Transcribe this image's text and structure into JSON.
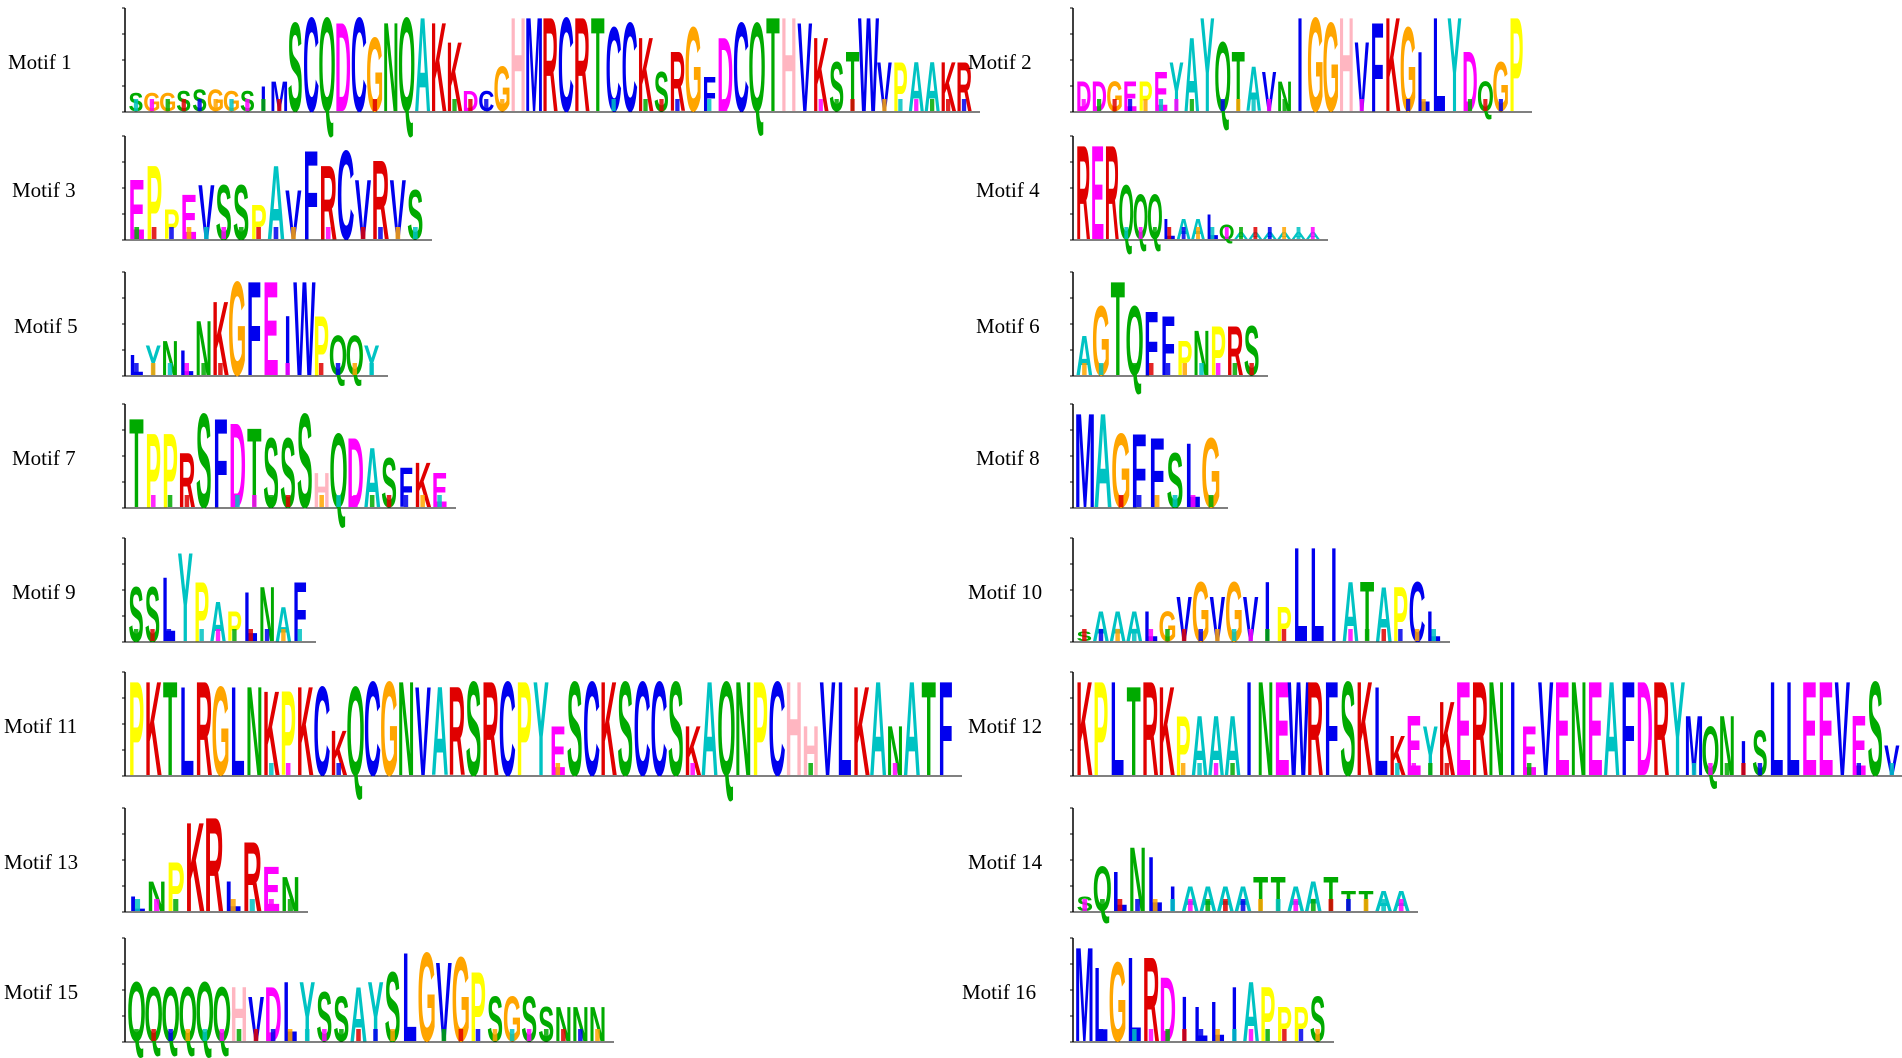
{
  "colors": {
    "A": "#00c3c3",
    "C": "#0000ee",
    "D": "#ff00ff",
    "E": "#ff00ff",
    "F": "#0000ee",
    "G": "#ffa500",
    "H": "#ffb6c1",
    "I": "#0000ee",
    "K": "#e00000",
    "L": "#0000ee",
    "M": "#0000ee",
    "N": "#00aa00",
    "P": "#ffff00",
    "Q": "#00aa00",
    "R": "#e00000",
    "S": "#00aa00",
    "T": "#00aa00",
    "V": "#0000ee",
    "W": "#0000ee",
    "Y": "#00c3c3"
  },
  "motifs": [
    {
      "label": "Motif 1",
      "consensus": "SGGSSGGSIMSCQDCGNQAKKDCGHMRCRTCCKSRGFDCQTHVKSTWVPAAKR",
      "heights": [
        0.18,
        0.18,
        0.18,
        0.2,
        0.22,
        0.22,
        0.2,
        0.2,
        0.25,
        0.3,
        0.9,
        0.95,
        0.95,
        0.9,
        0.95,
        0.75,
        0.9,
        0.95,
        0.95,
        0.9,
        0.7,
        0.2,
        0.2,
        0.45,
        0.95,
        0.95,
        0.95,
        0.95,
        0.95,
        0.95,
        0.85,
        0.9,
        0.75,
        0.4,
        0.6,
        0.85,
        0.35,
        0.75,
        0.9,
        0.9,
        0.95,
        0.95,
        0.9,
        0.75,
        0.5,
        0.6,
        0.95
      ]
    },
    {
      "label": "Motif 2",
      "consensus": "DDGEPEYAYQTAVNIGGHVFKGLLYDQGP",
      "heights": [
        0.3,
        0.3,
        0.3,
        0.3,
        0.3,
        0.4,
        0.5,
        0.75,
        0.95,
        0.7,
        0.6,
        0.45,
        0.4,
        0.3,
        0.95,
        0.95,
        0.9,
        0.95,
        0.7,
        0.9,
        0.95,
        0.85,
        0.6,
        0.95,
        0.95,
        0.6,
        0.3,
        0.5,
        0.95,
        0.25
      ]
    },
    {
      "label": "Motif 3",
      "consensus": "EPPEVSSPAVFRCVRVS",
      "heights": [
        0.6,
        0.75,
        0.3,
        0.45,
        0.55,
        0.55,
        0.55,
        0.35,
        0.75,
        0.5,
        0.9,
        0.75,
        0.9,
        0.6,
        0.8,
        0.6,
        0.5
      ]
    },
    {
      "label": "Motif 4",
      "consensus": "RERQQQLAALQAAAAAA",
      "heights": [
        0.95,
        0.95,
        0.95,
        0.55,
        0.45,
        0.45,
        0.2,
        0.2,
        0.2,
        0.25,
        0.15,
        0.07,
        0.07,
        0.07,
        0.07,
        0.07,
        0.07
      ]
    },
    {
      "label": "Motif 5",
      "consensus": "LYNLNKGFEIWPQQY",
      "heights": [
        0.2,
        0.3,
        0.35,
        0.25,
        0.55,
        0.75,
        0.95,
        0.95,
        0.95,
        0.6,
        0.95,
        0.6,
        0.4,
        0.4,
        0.3
      ]
    },
    {
      "label": "Motif 6",
      "consensus": "AGTQFFPNPRS",
      "heights": [
        0.4,
        0.7,
        0.95,
        0.7,
        0.65,
        0.6,
        0.35,
        0.45,
        0.5,
        0.5,
        0.5
      ]
    },
    {
      "label": "Motif 7",
      "consensus": "TPPRSFDTSSSHQDASFKE",
      "heights": [
        0.9,
        0.75,
        0.75,
        0.55,
        0.95,
        0.9,
        0.85,
        0.8,
        0.7,
        0.7,
        0.95,
        0.35,
        0.75,
        0.7,
        0.6,
        0.5,
        0.4,
        0.45,
        0.35
      ]
    },
    {
      "label": "Motif 8",
      "consensus": "MAGFFSLG",
      "heights": [
        0.95,
        0.95,
        0.75,
        0.75,
        0.7,
        0.55,
        0.65,
        0.7
      ]
    },
    {
      "label": "Motif 9",
      "consensus": "SSLYPAPLNAF",
      "heights": [
        0.55,
        0.55,
        0.65,
        0.9,
        0.6,
        0.4,
        0.3,
        0.5,
        0.55,
        0.35,
        0.6
      ]
    },
    {
      "label": "Motif 10",
      "consensus": "SAAALGVGVGVIPLLIATAPCL",
      "heights": [
        0.1,
        0.3,
        0.3,
        0.3,
        0.3,
        0.3,
        0.45,
        0.6,
        0.45,
        0.6,
        0.45,
        0.6,
        0.35,
        0.95,
        0.95,
        0.95,
        0.6,
        0.6,
        0.55,
        0.55,
        0.6,
        0.3
      ]
    },
    {
      "label": "Motif 11",
      "consensus": "PKTLRGLNKPKCKQCGNVARSRCPYESCKSCCSKAQNPCHHVLKANATF",
      "heights": [
        0.95,
        0.95,
        0.95,
        0.9,
        0.95,
        0.9,
        0.9,
        0.9,
        0.85,
        0.85,
        0.9,
        0.9,
        0.45,
        0.9,
        0.95,
        0.95,
        0.95,
        0.9,
        0.9,
        0.9,
        0.95,
        0.95,
        0.95,
        0.95,
        0.95,
        0.5,
        0.95,
        0.95,
        0.95,
        0.95,
        0.95,
        0.95,
        0.95,
        0.5,
        0.95,
        0.95,
        0.95,
        0.95,
        0.95,
        0.95,
        0.5,
        0.95,
        0.95,
        0.9,
        0.95,
        0.5,
        0.95,
        0.95,
        0.95,
        0.95
      ]
    },
    {
      "label": "Motif 12",
      "consensus": "KPLTRKPAAAINEWRFSKLKEYKERNIEVENEAFDRYMQNISLLEEVESV",
      "heights": [
        0.95,
        0.95,
        0.95,
        0.9,
        0.95,
        0.9,
        0.6,
        0.6,
        0.6,
        0.6,
        0.95,
        0.95,
        0.95,
        0.95,
        0.95,
        0.95,
        0.95,
        0.95,
        0.9,
        0.4,
        0.6,
        0.5,
        0.75,
        0.95,
        0.95,
        0.95,
        0.95,
        0.5,
        0.95,
        0.95,
        0.95,
        0.95,
        0.95,
        0.95,
        0.95,
        0.95,
        0.95,
        0.6,
        0.5,
        0.6,
        0.35,
        0.45,
        0.95,
        0.95,
        0.95,
        0.95,
        0.95,
        0.6,
        0.95,
        0.3
      ]
    },
    {
      "label": "Motif 13",
      "consensus": "LNPKRLREN",
      "heights": [
        0.15,
        0.3,
        0.5,
        0.9,
        0.95,
        0.3,
        0.7,
        0.45,
        0.35
      ]
    },
    {
      "label": "Motif 14",
      "consensus": "SQLNLIAAAATTAATTTAA",
      "heights": [
        0.15,
        0.45,
        0.4,
        0.65,
        0.55,
        0.25,
        0.25,
        0.25,
        0.25,
        0.25,
        0.35,
        0.35,
        0.25,
        0.3,
        0.35,
        0.2,
        0.2,
        0.2,
        0.2
      ]
    },
    {
      "label": "Motif 15",
      "consensus": "QQQQQQHVDLYSSAYSLGVGPSGSSNNN",
      "heights": [
        0.6,
        0.55,
        0.55,
        0.55,
        0.6,
        0.55,
        0.55,
        0.45,
        0.55,
        0.6,
        0.6,
        0.5,
        0.45,
        0.55,
        0.6,
        0.7,
        0.9,
        0.9,
        0.8,
        0.85,
        0.7,
        0.45,
        0.45,
        0.45,
        0.35,
        0.35,
        0.35,
        0.35
      ]
    },
    {
      "label": "Motif 16",
      "consensus": "MLGLRDILLIAPPPS",
      "heights": [
        0.95,
        0.75,
        0.8,
        0.85,
        0.85,
        0.65,
        0.45,
        0.35,
        0.4,
        0.55,
        0.6,
        0.55,
        0.35,
        0.35,
        0.45
      ]
    }
  ]
}
